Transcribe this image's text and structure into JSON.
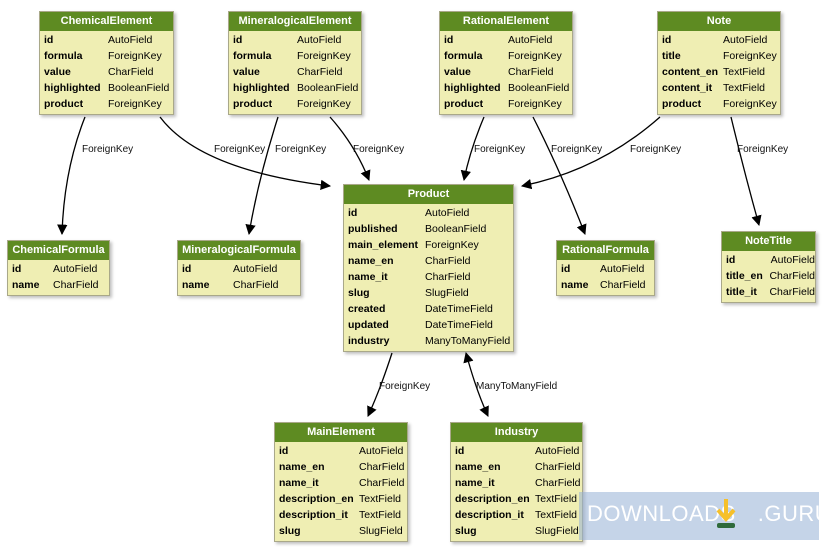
{
  "diagram": {
    "models": [
      {
        "key": "ChemicalElement",
        "title": "ChemicalElement",
        "fields": [
          {
            "name": "id",
            "type": "AutoField"
          },
          {
            "name": "formula",
            "type": "ForeignKey"
          },
          {
            "name": "value",
            "type": "CharField"
          },
          {
            "name": "highlighted",
            "type": "BooleanField"
          },
          {
            "name": "product",
            "type": "ForeignKey"
          }
        ]
      },
      {
        "key": "MineralogicalElement",
        "title": "MineralogicalElement",
        "fields": [
          {
            "name": "id",
            "type": "AutoField"
          },
          {
            "name": "formula",
            "type": "ForeignKey"
          },
          {
            "name": "value",
            "type": "CharField"
          },
          {
            "name": "highlighted",
            "type": "BooleanField"
          },
          {
            "name": "product",
            "type": "ForeignKey"
          }
        ]
      },
      {
        "key": "RationalElement",
        "title": "RationalElement",
        "fields": [
          {
            "name": "id",
            "type": "AutoField"
          },
          {
            "name": "formula",
            "type": "ForeignKey"
          },
          {
            "name": "value",
            "type": "CharField"
          },
          {
            "name": "highlighted",
            "type": "BooleanField"
          },
          {
            "name": "product",
            "type": "ForeignKey"
          }
        ]
      },
      {
        "key": "Note",
        "title": "Note",
        "fields": [
          {
            "name": "id",
            "type": "AutoField"
          },
          {
            "name": "title",
            "type": "ForeignKey"
          },
          {
            "name": "content_en",
            "type": "TextField"
          },
          {
            "name": "content_it",
            "type": "TextField"
          },
          {
            "name": "product",
            "type": "ForeignKey"
          }
        ]
      },
      {
        "key": "ChemicalFormula",
        "title": "ChemicalFormula",
        "fields": [
          {
            "name": "id",
            "type": "AutoField"
          },
          {
            "name": "name",
            "type": "CharField"
          }
        ]
      },
      {
        "key": "MineralogicalFormula",
        "title": "MineralogicalFormula",
        "fields": [
          {
            "name": "id",
            "type": "AutoField"
          },
          {
            "name": "name",
            "type": "CharField"
          }
        ]
      },
      {
        "key": "Product",
        "title": "Product",
        "fields": [
          {
            "name": "id",
            "type": "AutoField"
          },
          {
            "name": "published",
            "type": "BooleanField"
          },
          {
            "name": "main_element",
            "type": "ForeignKey"
          },
          {
            "name": "name_en",
            "type": "CharField"
          },
          {
            "name": "name_it",
            "type": "CharField"
          },
          {
            "name": "slug",
            "type": "SlugField"
          },
          {
            "name": "created",
            "type": "DateTimeField"
          },
          {
            "name": "updated",
            "type": "DateTimeField"
          },
          {
            "name": "industry",
            "type": "ManyToManyField"
          }
        ]
      },
      {
        "key": "RationalFormula",
        "title": "RationalFormula",
        "fields": [
          {
            "name": "id",
            "type": "AutoField"
          },
          {
            "name": "name",
            "type": "CharField"
          }
        ]
      },
      {
        "key": "NoteTitle",
        "title": "NoteTitle",
        "fields": [
          {
            "name": "id",
            "type": "AutoField"
          },
          {
            "name": "title_en",
            "type": "CharField"
          },
          {
            "name": "title_it",
            "type": "CharField"
          }
        ]
      },
      {
        "key": "MainElement",
        "title": "MainElement",
        "fields": [
          {
            "name": "id",
            "type": "AutoField"
          },
          {
            "name": "name_en",
            "type": "CharField"
          },
          {
            "name": "name_it",
            "type": "CharField"
          },
          {
            "name": "description_en",
            "type": "TextField"
          },
          {
            "name": "description_it",
            "type": "TextField"
          },
          {
            "name": "slug",
            "type": "SlugField"
          }
        ]
      },
      {
        "key": "Industry",
        "title": "Industry",
        "fields": [
          {
            "name": "id",
            "type": "AutoField"
          },
          {
            "name": "name_en",
            "type": "CharField"
          },
          {
            "name": "name_it",
            "type": "CharField"
          },
          {
            "name": "description_en",
            "type": "TextField"
          },
          {
            "name": "description_it",
            "type": "TextField"
          },
          {
            "name": "slug",
            "type": "SlugField"
          }
        ]
      }
    ],
    "edges": [
      {
        "from": "ChemicalElement",
        "to": "ChemicalFormula",
        "label": "ForeignKey"
      },
      {
        "from": "ChemicalElement",
        "to": "Product",
        "label": "ForeignKey"
      },
      {
        "from": "MineralogicalElement",
        "to": "MineralogicalFormula",
        "label": "ForeignKey"
      },
      {
        "from": "MineralogicalElement",
        "to": "Product",
        "label": "ForeignKey"
      },
      {
        "from": "RationalElement",
        "to": "Product",
        "label": "ForeignKey"
      },
      {
        "from": "RationalElement",
        "to": "RationalFormula",
        "label": "ForeignKey"
      },
      {
        "from": "Note",
        "to": "Product",
        "label": "ForeignKey"
      },
      {
        "from": "Note",
        "to": "NoteTitle",
        "label": "ForeignKey"
      },
      {
        "from": "Product",
        "to": "MainElement",
        "label": "ForeignKey"
      },
      {
        "from": "Product",
        "to": "Industry",
        "label": "ManyToManyField"
      }
    ]
  },
  "watermark": {
    "text_left": "DOWNLOADS",
    "text_right": ".GURU"
  },
  "colors": {
    "header": "#5e8b22",
    "body": "#efeeb3",
    "edge": "#000000"
  }
}
